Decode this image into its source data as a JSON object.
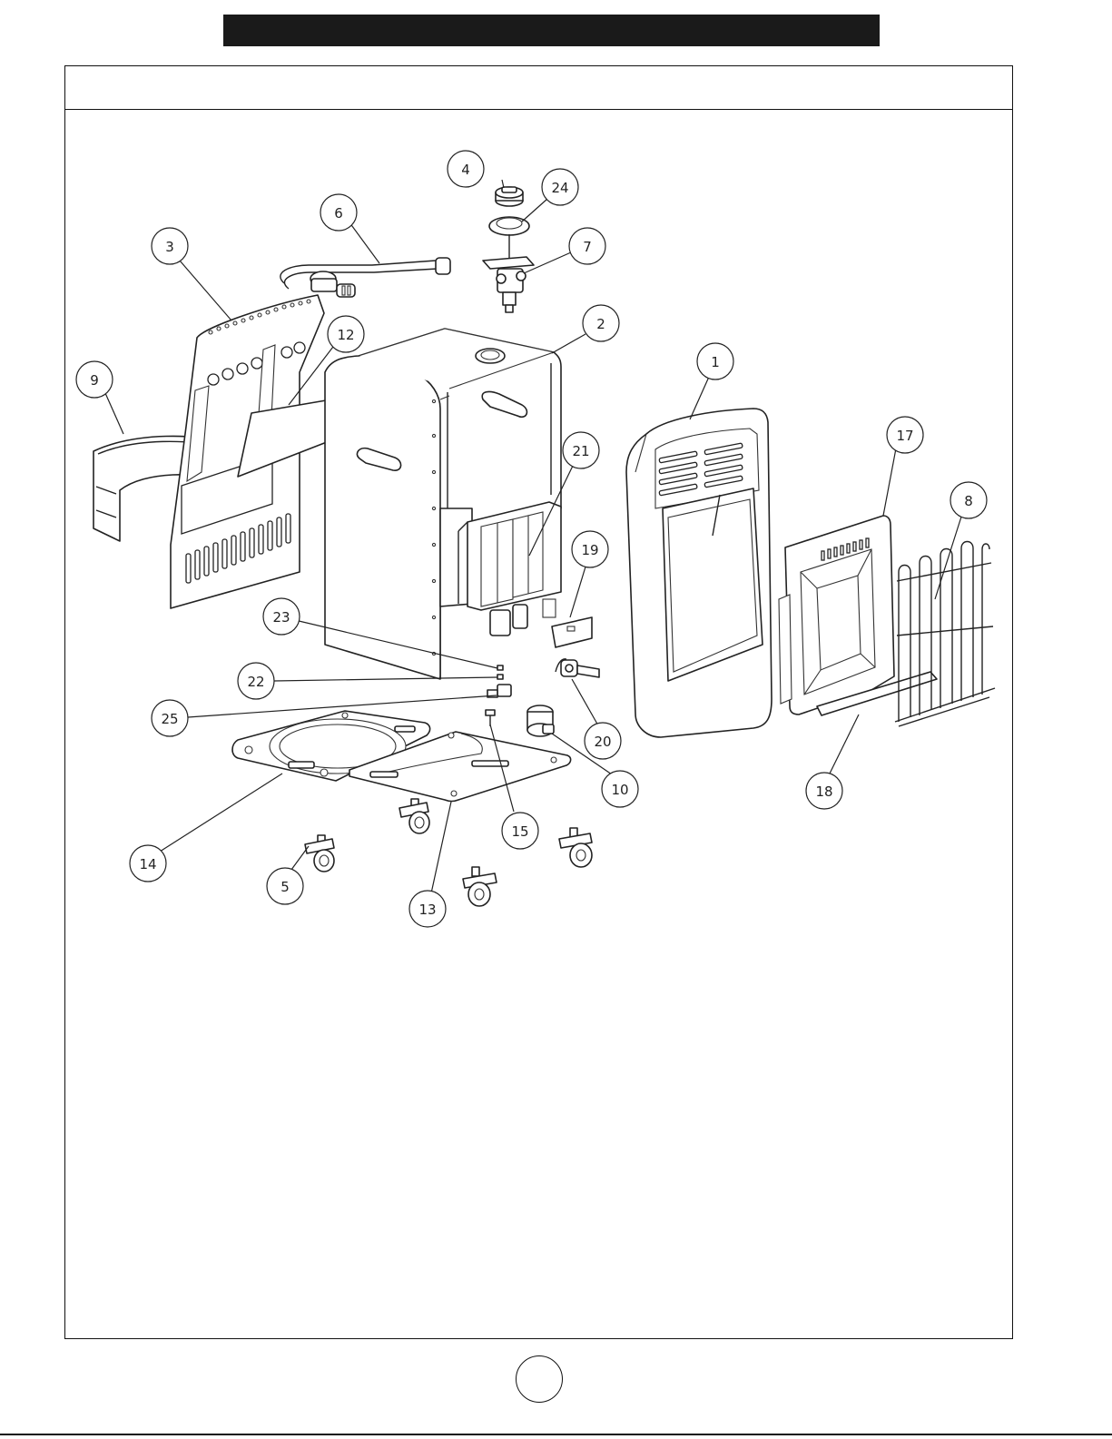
{
  "header": {
    "bar_color": "#1a1a1a"
  },
  "callouts": [
    "1",
    "2",
    "3",
    "4",
    "5",
    "6",
    "7",
    "8",
    "9",
    "10",
    "12",
    "13",
    "14",
    "15",
    "17",
    "18",
    "19",
    "20",
    "21",
    "22",
    "23",
    "24",
    "25"
  ],
  "page_number": ""
}
